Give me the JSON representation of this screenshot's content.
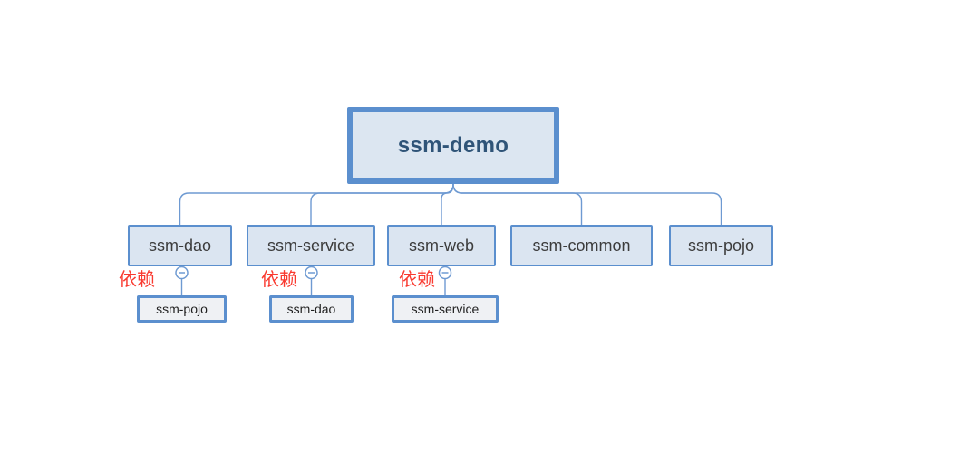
{
  "tree": {
    "root": {
      "label": "ssm-demo"
    },
    "children": [
      {
        "label": "ssm-dao",
        "dependency": {
          "annotation": "依赖",
          "label": "ssm-pojo"
        }
      },
      {
        "label": "ssm-service",
        "dependency": {
          "annotation": "依赖",
          "label": "ssm-dao"
        }
      },
      {
        "label": "ssm-web",
        "dependency": {
          "annotation": "依赖",
          "label": "ssm-service"
        }
      },
      {
        "label": "ssm-common"
      },
      {
        "label": "ssm-pojo"
      }
    ]
  },
  "icons": {
    "collapse": "circle-minus"
  },
  "colors": {
    "background": "#ffffff",
    "accent_border": "#5b8fce",
    "node_fill": "#dbe5f1",
    "root_fill": "#dce6f1",
    "dependency_fill": "#eff1f4",
    "connector": "#6e9ad2",
    "root_text": "#2f5478",
    "node_text": "#3c3c3c",
    "dependency_text": "#1f1f1f",
    "annotation_red": "#f93a30"
  }
}
